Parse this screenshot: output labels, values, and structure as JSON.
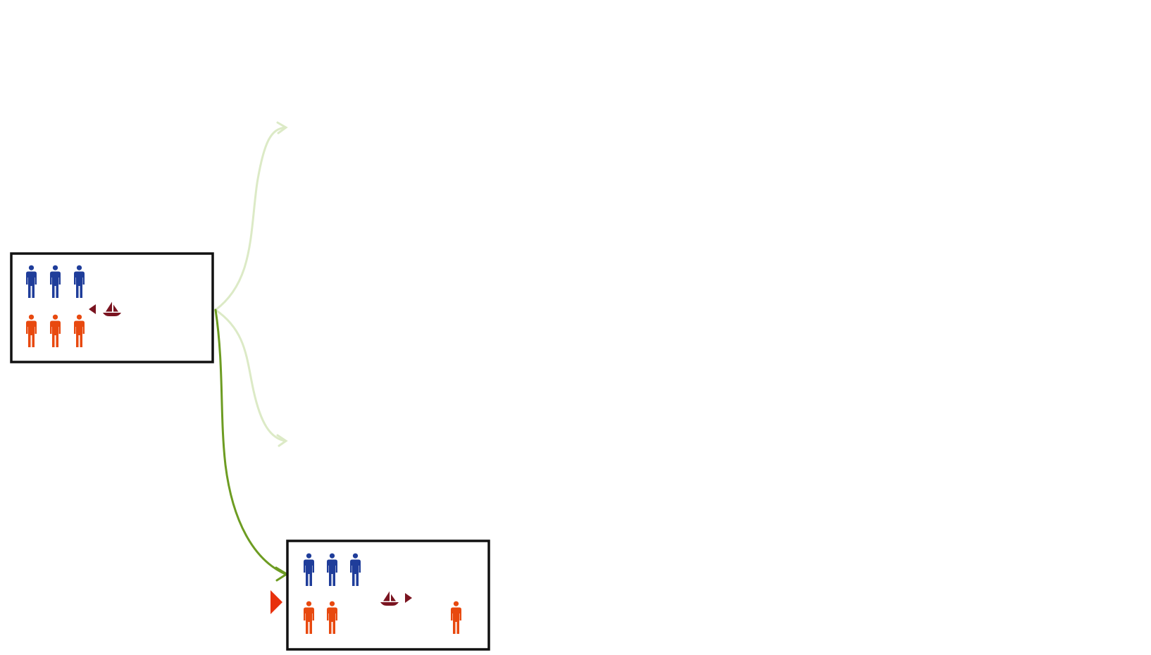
{
  "colors": {
    "missionary": "#1f3d9a",
    "cannibal": "#e8490f",
    "boat": "#7a1420",
    "edge_active": "#6d9c22",
    "edge_faded": "#dceac6",
    "current_marker": "#e8300c",
    "box_border": "#111111"
  },
  "icons": {
    "missionary": "person-icon",
    "cannibal": "person-icon",
    "boat": "sailboat-icon",
    "boat_direction": "triangle-pointer-icon",
    "current_marker": "triangle-right-icon"
  },
  "states": [
    {
      "id": "start",
      "left_bank": {
        "missionaries": 3,
        "cannibals": 3
      },
      "right_bank": {
        "missionaries": 0,
        "cannibals": 0
      },
      "boat_side": "left",
      "boat_direction": "left"
    },
    {
      "id": "after-move",
      "left_bank": {
        "missionaries": 3,
        "cannibals": 2
      },
      "right_bank": {
        "missionaries": 0,
        "cannibals": 1
      },
      "boat_side": "middle",
      "boat_direction": "right",
      "current": true
    }
  ],
  "edges": [
    {
      "from": "start",
      "to": "upper-branch",
      "status": "faded"
    },
    {
      "from": "start",
      "to": "middle-branch",
      "status": "faded"
    },
    {
      "from": "start",
      "to": "after-move",
      "status": "active"
    }
  ]
}
